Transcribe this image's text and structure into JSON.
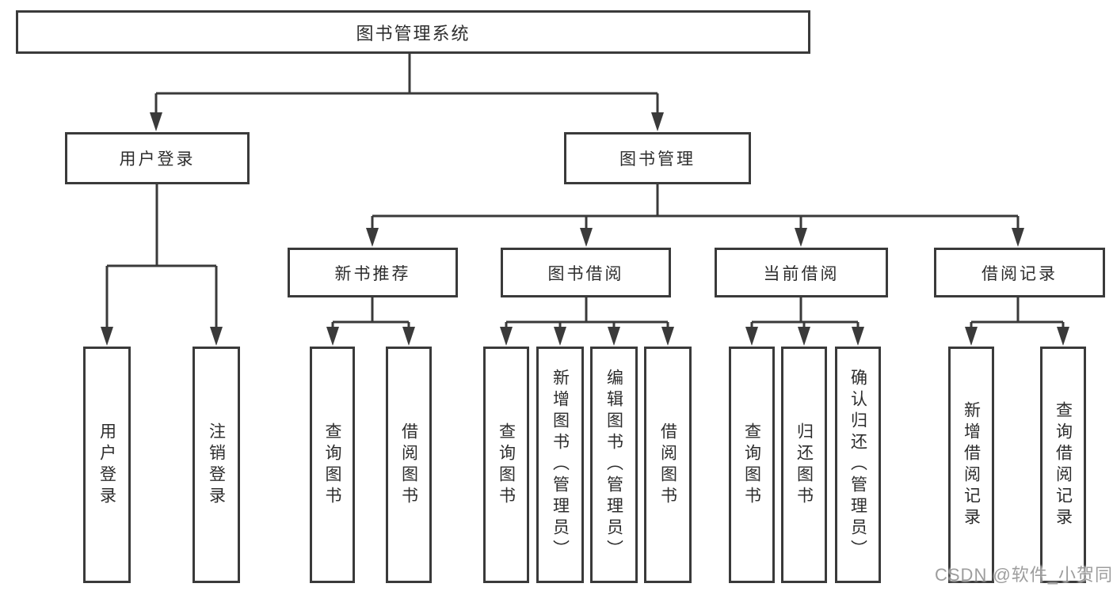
{
  "diagram": {
    "root": {
      "label": "图书管理系统"
    },
    "level1": [
      {
        "id": "user-login",
        "label": "用户登录"
      },
      {
        "id": "book-management",
        "label": "图书管理"
      }
    ],
    "level2": [
      {
        "id": "new-book-recommendation",
        "label": "新书推荐"
      },
      {
        "id": "book-borrowing",
        "label": "图书借阅"
      },
      {
        "id": "current-borrowing",
        "label": "当前借阅"
      },
      {
        "id": "borrowing-records",
        "label": "借阅记录"
      }
    ],
    "level3": [
      {
        "parent": "user-login",
        "label": "用户登录"
      },
      {
        "parent": "user-login",
        "label": "注销登录"
      },
      {
        "parent": "new-book-recommendation",
        "label": "查询图书"
      },
      {
        "parent": "new-book-recommendation",
        "label": "借阅图书"
      },
      {
        "parent": "book-borrowing",
        "label": "查询图书"
      },
      {
        "parent": "book-borrowing",
        "label": "新增图书（管理员）"
      },
      {
        "parent": "book-borrowing",
        "label": "编辑图书（管理员）"
      },
      {
        "parent": "book-borrowing",
        "label": "借阅图书"
      },
      {
        "parent": "current-borrowing",
        "label": "查询图书"
      },
      {
        "parent": "current-borrowing",
        "label": "归还图书"
      },
      {
        "parent": "current-borrowing",
        "label": "确认归还（管理员）"
      },
      {
        "parent": "borrowing-records",
        "label": "新增借阅记录"
      },
      {
        "parent": "borrowing-records",
        "label": "查询借阅记录"
      }
    ],
    "watermark": "CSDN @软件_小贺同学"
  }
}
